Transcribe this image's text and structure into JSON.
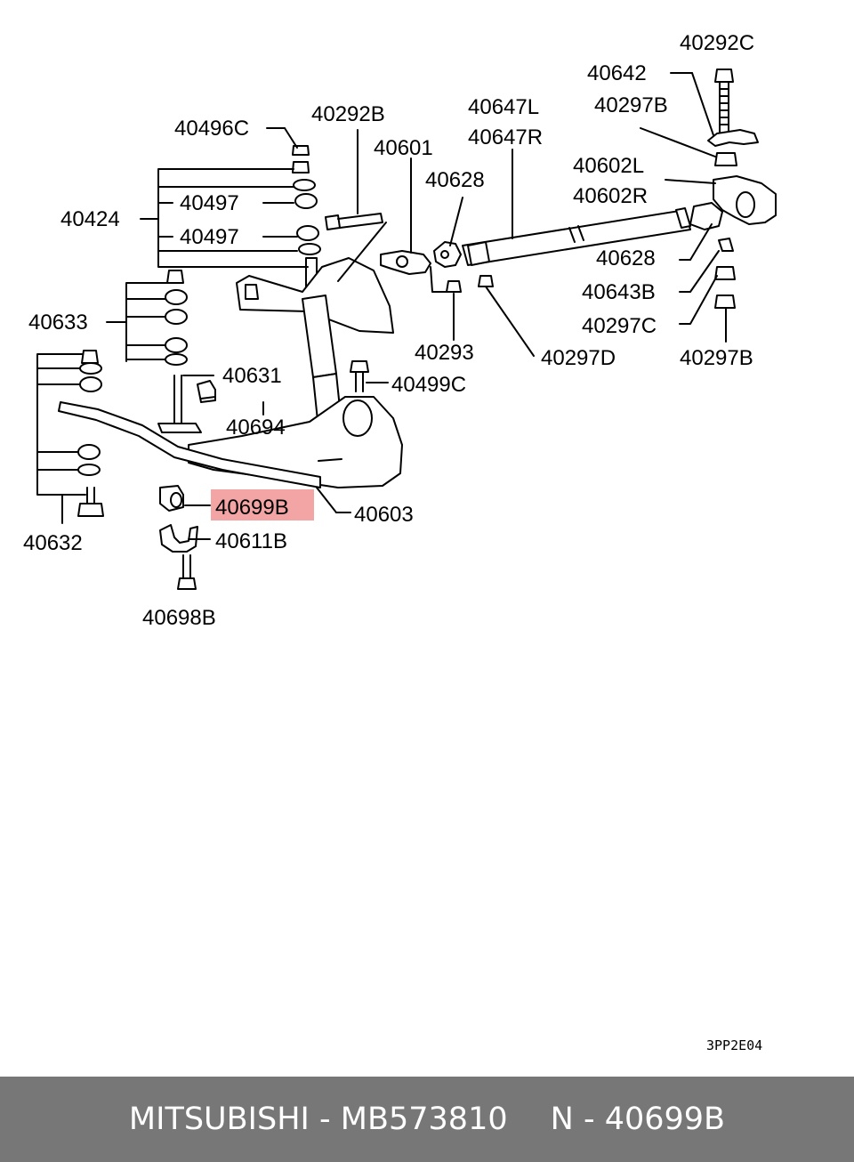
{
  "diagram": {
    "highlight_color": "#f3a4a4",
    "labels": {
      "p40292C": "40292C",
      "p40642": "40642",
      "p40297B_top": "40297B",
      "p40647L": "40647L",
      "p40647R": "40647R",
      "p40292B": "40292B",
      "p40601": "40601",
      "p40496C": "40496C",
      "p40628_a": "40628",
      "p40602L": "40602L",
      "p40602R": "40602R",
      "p40497_a": "40497",
      "p40424": "40424",
      "p40497_b": "40497",
      "p40628_b": "40628",
      "p40643B": "40643B",
      "p40633": "40633",
      "p40297C": "40297C",
      "p40293": "40293",
      "p40297D": "40297D",
      "p40297B_bottom": "40297B",
      "p40631": "40631",
      "p40499C": "40499C",
      "p40694": "40694",
      "p40699B": "40699B",
      "p40603": "40603",
      "p40632": "40632",
      "p40611B": "40611B",
      "p40698B": "40698B"
    },
    "code": "3PP2E04"
  },
  "footer": {
    "brand": "MITSUBISHI",
    "separator": "-",
    "part_number": "MB573810",
    "ref_prefix": "N",
    "ref_number": "40699B"
  }
}
